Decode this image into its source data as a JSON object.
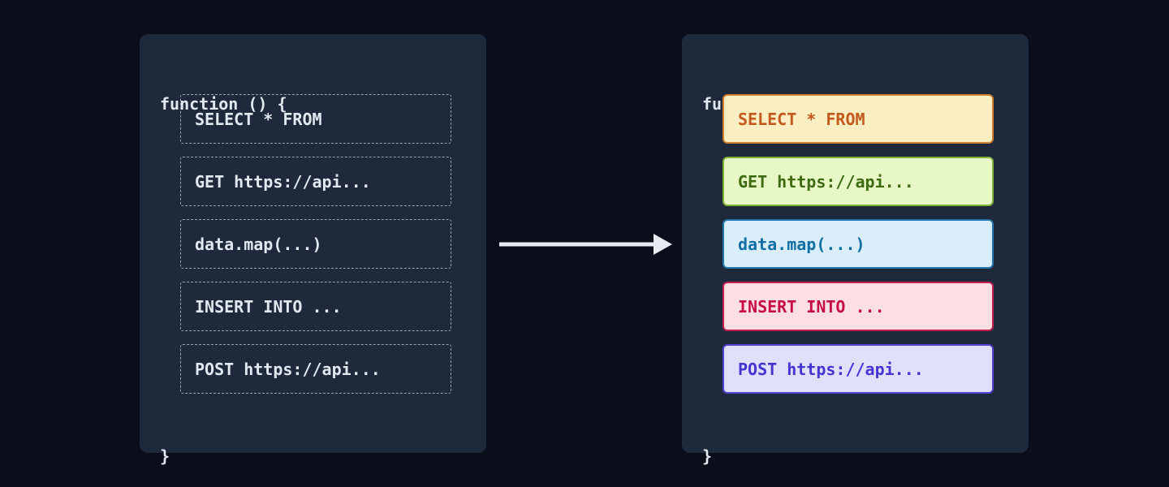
{
  "page": {
    "background": "#0a0e1b",
    "panel_background": "#1e293b",
    "code_text_color": "#e2e8f0",
    "dashed_border_color": "#94a3b8",
    "arrow_color": "#e7eaf0"
  },
  "left_panel": {
    "function_open": "function () {",
    "function_close": "}",
    "blocks": [
      {
        "label": "SELECT * FROM"
      },
      {
        "label": "GET https://api..."
      },
      {
        "label": "data.map(...)"
      },
      {
        "label": "INSERT INTO ..."
      },
      {
        "label": "POST https://api..."
      }
    ]
  },
  "right_panel": {
    "function_open": "function () {",
    "function_close": "}",
    "blocks": [
      {
        "label": "SELECT * FROM",
        "background": "#faeec3",
        "border": "#d0802f",
        "text_color": "#c3591c"
      },
      {
        "label": "GET https://api...",
        "background": "#e7f7c5",
        "border": "#7fb23a",
        "text_color": "#3e6b12"
      },
      {
        "label": "data.map(...)",
        "background": "#daeefa",
        "border": "#2478ad",
        "text_color": "#0f6fa5"
      },
      {
        "label": "INSERT INTO ...",
        "background": "#fcdfe3",
        "border": "#c62050",
        "text_color": "#c70c45"
      },
      {
        "label": "POST https://api...",
        "background": "#dfe0fa",
        "border": "#5343d6",
        "text_color": "#4634d2"
      }
    ]
  },
  "arrow": {
    "direction": "right"
  }
}
